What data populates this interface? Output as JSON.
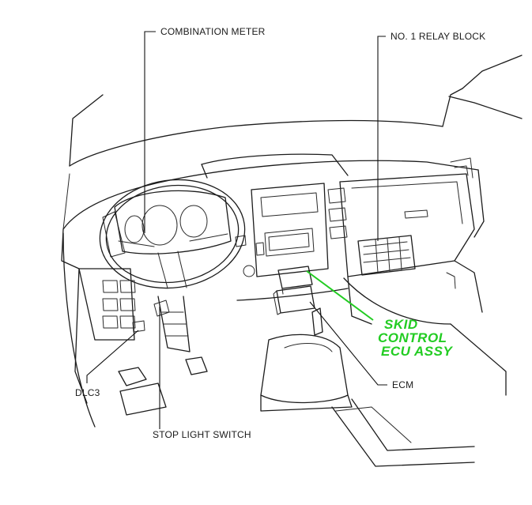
{
  "callouts": {
    "combination_meter": "COMBINATION METER",
    "relay_block": "NO. 1 RELAY BLOCK",
    "dlc3": "DLC3",
    "stop_light_switch": "STOP LIGHT SWITCH",
    "ecm": "ECM",
    "skid_control_line1": "SKID",
    "skid_control_line2": "CONTROL",
    "skid_control_line3": "ECU ASSY"
  },
  "colors": {
    "highlight": "#22cc22",
    "line": "#1c1c1c"
  }
}
